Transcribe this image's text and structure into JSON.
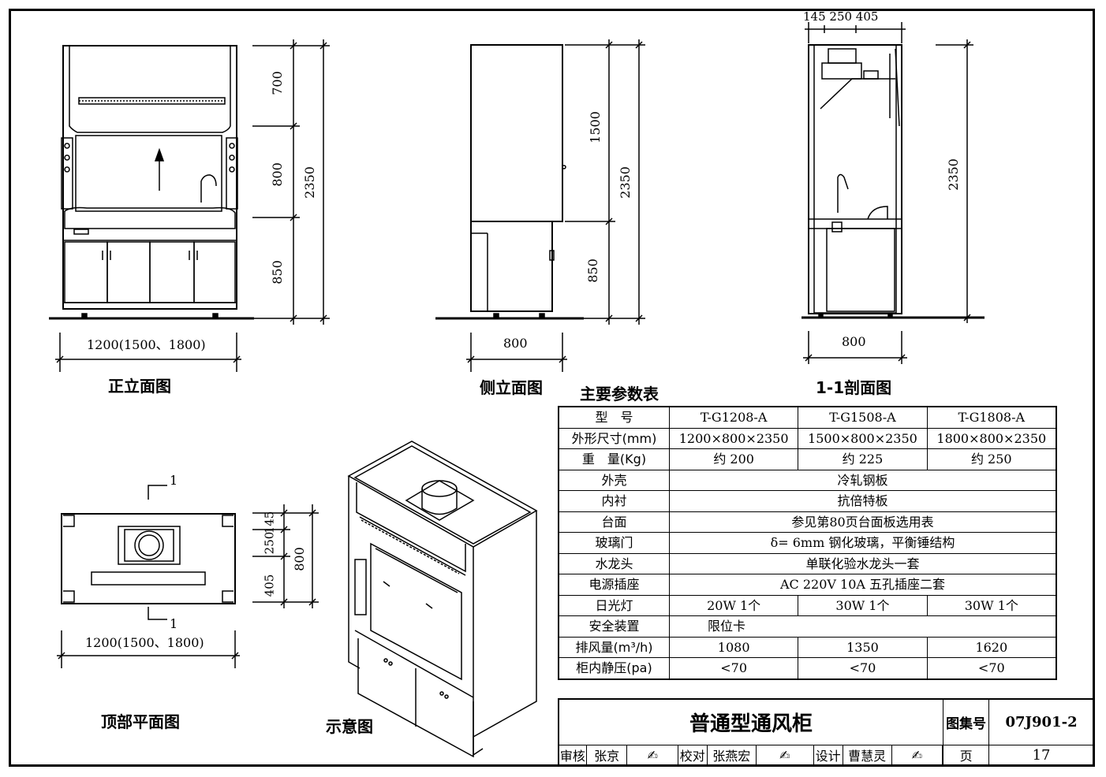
{
  "views": {
    "front": "正立面图",
    "side": "侧立面图",
    "section": "1-1剖面图",
    "top": "顶部平面图",
    "sketch": "示意图"
  },
  "dims": {
    "front_width": "1200(1500、1800)",
    "front_v1": "700",
    "front_v2": "800",
    "front_v3": "850",
    "front_total": "2350",
    "side_width": "800",
    "side_v1": "1500",
    "side_v2": "850",
    "side_total": "2350",
    "sec_top": "145 250  405",
    "sec_width": "800",
    "sec_total": "2350",
    "top_width": "1200(1500、1800)",
    "top_v1": "145",
    "top_v2": "250",
    "top_v3": "405",
    "top_total": "800",
    "section_mark": "1"
  },
  "param_table": {
    "title": "主要参数表",
    "header": [
      "型　号",
      "T-G1208-A",
      "T-G1508-A",
      "T-G1808-A"
    ],
    "rows": [
      {
        "k": "外形尺寸(mm)",
        "v": [
          "1200×800×2350",
          "1500×800×2350",
          "1800×800×2350"
        ]
      },
      {
        "k": "重　量(Kg)",
        "v": [
          "约 200",
          "约 225",
          "约 250"
        ]
      },
      {
        "k": "外壳",
        "span": "冷轧钢板"
      },
      {
        "k": "内衬",
        "span": "抗倍特板"
      },
      {
        "k": "台面",
        "span": "参见第80页台面板选用表"
      },
      {
        "k": "玻璃门",
        "span": "δ= 6mm 钢化玻璃，平衡锤结构"
      },
      {
        "k": "水龙头",
        "span": "单联化验水龙头一套"
      },
      {
        "k": "电源插座",
        "span": "AC 220V 10A 五孔插座二套"
      },
      {
        "k": "日光灯",
        "v": [
          "20W 1个",
          "30W 1个",
          "30W 1个"
        ]
      },
      {
        "k": "安全装置",
        "v": [
          "限位卡",
          "",
          ""
        ]
      },
      {
        "k": "排风量(m³/h)",
        "v": [
          "1080",
          "1350",
          "1620"
        ]
      },
      {
        "k": "柜内静压(pa)",
        "v": [
          "<70",
          "<70",
          "<70"
        ]
      }
    ]
  },
  "title_block": {
    "title": "普通型通风柜",
    "atlas_label": "图集号",
    "atlas_no": "07J901-2",
    "review_label": "审核",
    "reviewer": "张京",
    "check_label": "校对",
    "checker": "张燕宏",
    "design_label": "设计",
    "designer": "曹慧灵",
    "page_label": "页",
    "page_no": "17"
  }
}
